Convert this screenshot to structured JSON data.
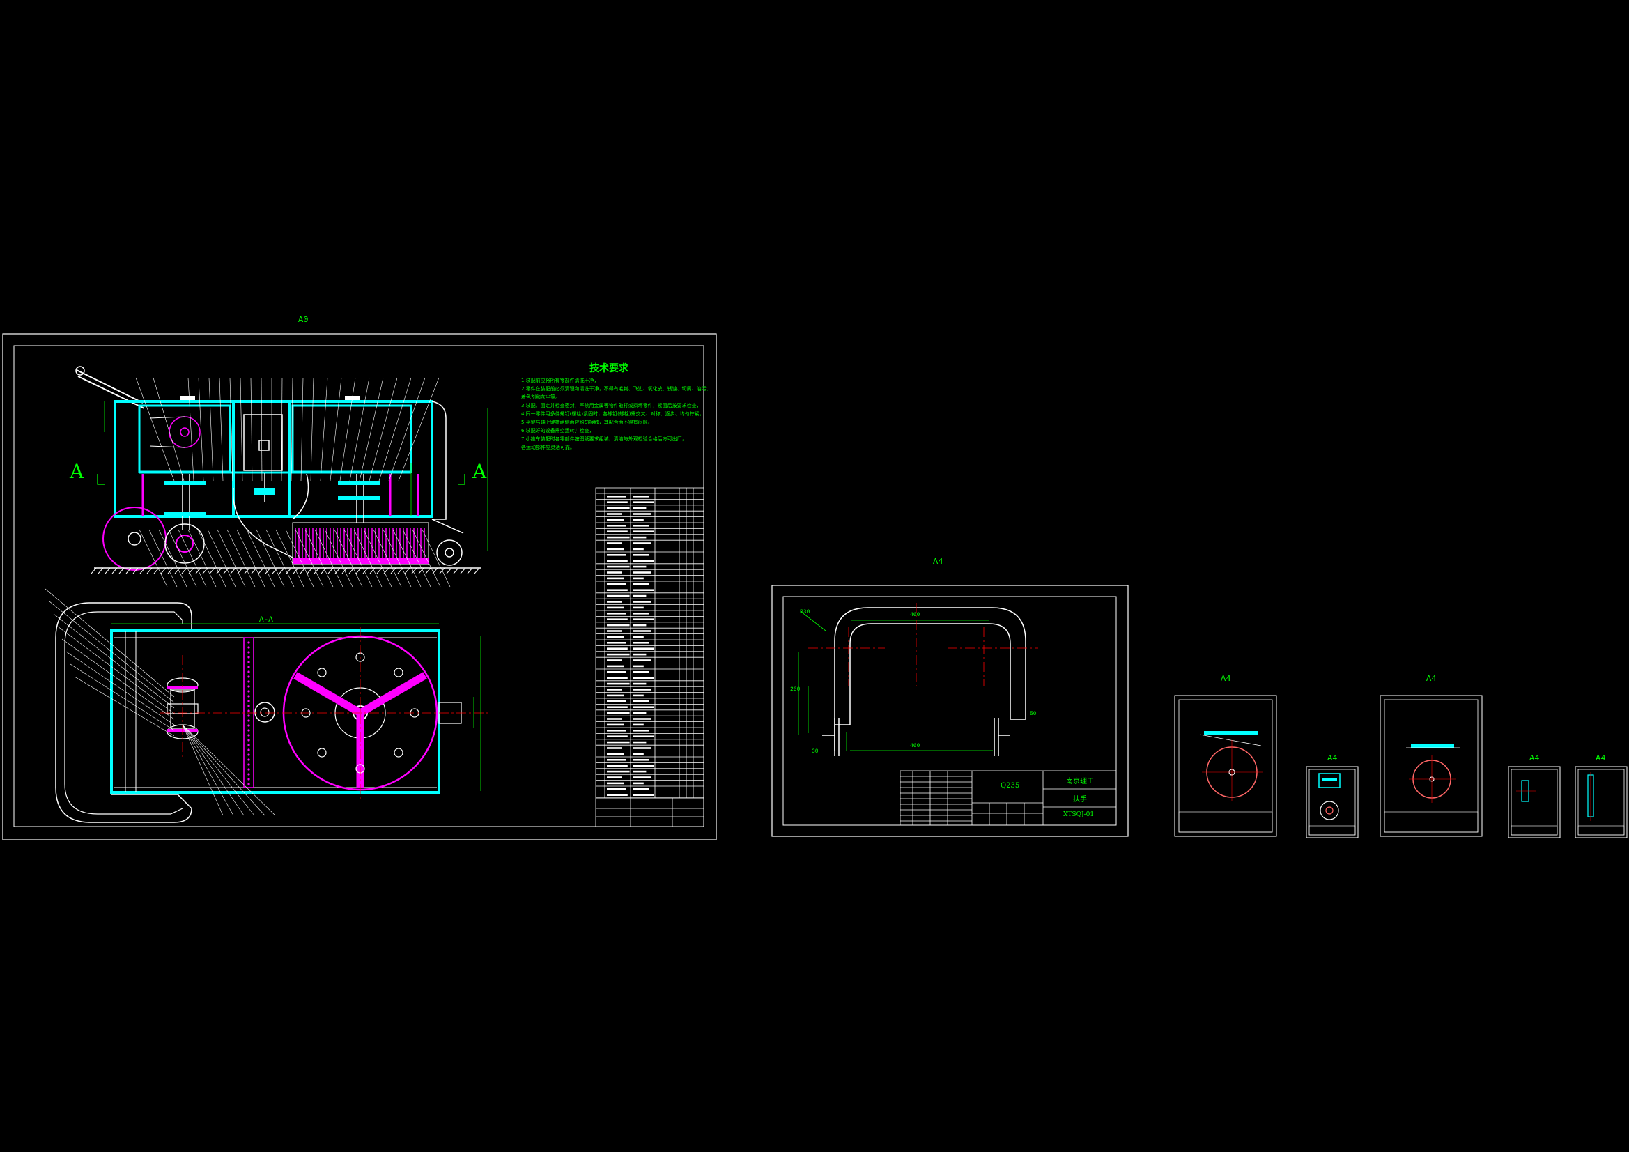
{
  "sheets": [
    {
      "id": "main",
      "size_label": "A0"
    },
    {
      "id": "handle",
      "size_label": "A4"
    },
    {
      "id": "part-a",
      "size_label": "A4"
    },
    {
      "id": "part-b",
      "size_label": "A4"
    },
    {
      "id": "part-c",
      "size_label": "A4"
    },
    {
      "id": "part-d",
      "size_label": "A4"
    },
    {
      "id": "part-e",
      "size_label": "A4"
    }
  ],
  "main_drawing": {
    "section_marker": "A",
    "section_view_title": "A-A",
    "technical_requirements": {
      "title": "技术要求",
      "lines": [
        "1.装配前应将所有零部件清洗干净，",
        "2.零件在装配前必须清理和清洗干净，不得有毛刺、飞边、氧化皮、锈蚀、切屑、油污、",
        "着色剂和灰尘等。",
        "3.装配、固定并检查密封，严禁用金属等物件敲打或损坏零件，紧固后按要求检查，",
        "4.同一零件用多件螺钉(螺栓)紧固时，各螺钉(螺栓)需交叉、对称、逐步、均匀拧紧。",
        "5.平键与轴上键槽两侧面应均匀接触，其配合面不得有间隙。",
        "6.装配好的设备需空运转并检查，",
        "7.小推车装配时各零部件按图纸要求组装，清洁与外观检验合格后方可出厂，",
        "各运动部件应灵活可靠。"
      ]
    }
  },
  "handle_drawing": {
    "title_block": {
      "material": "Q235",
      "school": "南京理工",
      "part_name": "扶手",
      "drawing_no": "XTSQJ-01"
    },
    "dimensions": {
      "top_width": "460",
      "bottom_width": "460",
      "height": "260",
      "radius": "R30",
      "side": "30",
      "tab": "50"
    }
  },
  "colors": {
    "background": "#000000",
    "border": "#ffffff",
    "text": "#00ff00",
    "frame": "#00ffff",
    "brush": "#ff00ff",
    "centerline": "#ff0000"
  }
}
